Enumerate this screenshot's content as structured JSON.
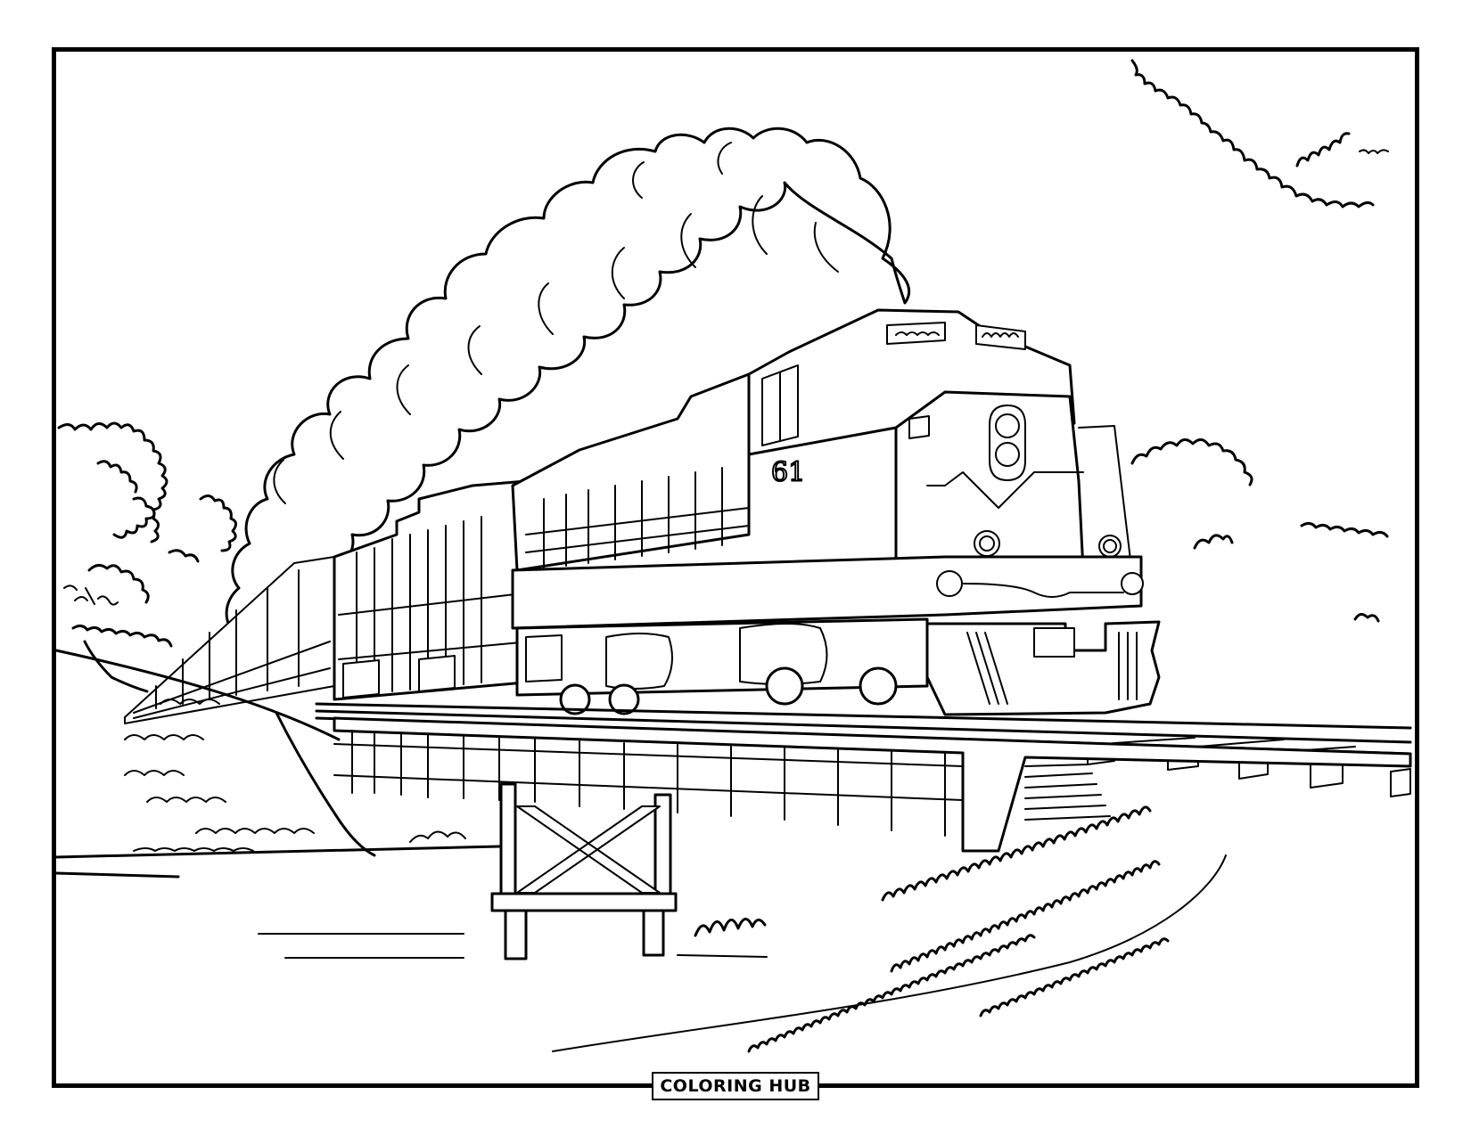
{
  "page": {
    "type": "coloring-page",
    "subject": "diesel freight train crossing a wooden trestle bridge",
    "background_color": "#ffffff",
    "line_color": "#000000"
  },
  "logo": {
    "label": "COLORING HUB"
  },
  "illustration": {
    "elements": [
      "smoke-cloud",
      "locomotive",
      "second-locomotive",
      "freight-cars",
      "railroad-track",
      "trestle-bridge",
      "trestle-support",
      "river",
      "left-trees",
      "right-bushes",
      "top-right-foliage",
      "grassy-hill"
    ],
    "locomotive_side_marking": "61"
  }
}
